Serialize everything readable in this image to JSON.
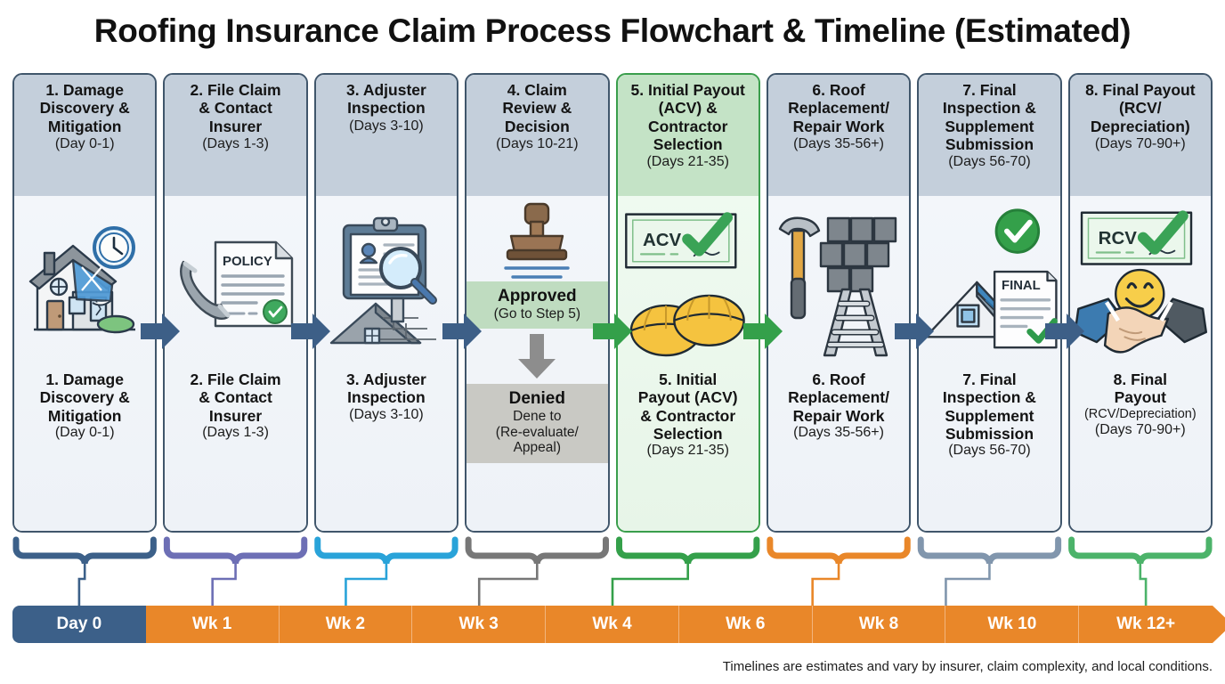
{
  "title": "Roofing Insurance Claim Process Flowchart & Timeline (Estimated)",
  "footer": "Timelines are estimates and vary by insurer, claim complexity, and local conditions.",
  "colors": {
    "card_border": "#40566b",
    "card_header": "#c4cfdb",
    "card_body": "#eef2f7",
    "highlight_border": "#3a9e4c",
    "highlight_header": "#c4e3c6",
    "highlight_body": "#eef8ee",
    "arrow_blue": "#3d5f87",
    "arrow_green": "#34a04a",
    "timeline_orange": "#e98729",
    "timeline_day0": "#3c6089",
    "approved_bg": "#bfdcc0",
    "denied_bg": "#c9c9c4"
  },
  "steps": [
    {
      "head_title": "1. Damage\nDiscovery &\nMitigation",
      "head_days": "(Day 0-1)",
      "foot_title": "1. Damage\nDiscovery &\nMitigation",
      "foot_days": "(Day 0-1)",
      "icon": "damaged-house-with-tarp-and-clock-icon",
      "highlight": false,
      "bracket_color": "#3c6089"
    },
    {
      "head_title": "2. File Claim\n& Contact\nInsurer",
      "head_days": "(Days 1-3)",
      "foot_title": "2. File Claim\n& Contact\nInsurer",
      "foot_days": "(Days 1-3)",
      "icon": "telephone-and-policy-document-icon",
      "highlight": false,
      "bracket_color": "#6d6fb5"
    },
    {
      "head_title": "3. Adjuster\nInspection",
      "head_days": "(Days 3-10)",
      "foot_title": "3. Adjuster\nInspection",
      "foot_days": "(Days 3-10)",
      "icon": "clipboard-magnifier-and-roof-icon",
      "highlight": false,
      "bracket_color": "#29a3d9"
    },
    {
      "head_title": "4. Claim\nReview &\nDecision",
      "head_days": "(Days 10-21)",
      "foot_title": "",
      "foot_days": "",
      "icon": "approval-stamp-icon",
      "highlight": false,
      "bracket_color": "#777777",
      "decision": {
        "approved_label": "Approved",
        "approved_sub": "(Go to Step 5)",
        "denied_label": "Denied",
        "denied_sub": "Dene to\n(Re-evaluate/\nAppeal)",
        "down_arrow": "down-arrow-icon"
      }
    },
    {
      "head_title": "5. Initial Payout\n(ACV) &\nContractor\nSelection",
      "head_days": "(Days 21-35)",
      "foot_title": "5. Initial\nPayout (ACV)\n& Contractor\nSelection",
      "foot_days": "(Days 21-35)",
      "icon": "acv-check-and-hard-hats-icon",
      "icon_check_label": "ACV",
      "highlight": true,
      "bracket_color": "#34a04a"
    },
    {
      "head_title": "6. Roof\nReplacement/\nRepair Work",
      "head_days": "(Days 35-56+)",
      "foot_title": "6. Roof\nReplacement/\nRepair Work",
      "foot_days": "(Days 35-56+)",
      "icon": "hammer-shingles-ladder-icon",
      "highlight": false,
      "bracket_color": "#e98729"
    },
    {
      "head_title": "7. Final\nInspection &\nSupplement\nSubmission",
      "head_days": "(Days 56-70)",
      "foot_title": "7. Final\nInspection &\nSupplement\nSubmission",
      "foot_days": "(Days 56-70)",
      "icon": "green-check-house-and-final-document-icon",
      "icon_doc_label": "FINAL",
      "highlight": false,
      "bracket_color": "#8196ad"
    },
    {
      "head_title": "8. Final Payout\n(RCV/\nDepreciation)",
      "head_days": "(Days 70-90+)",
      "foot_title": "8. Final\nPayout",
      "foot_days": "(RCV/Depreciation)",
      "foot_days2": "(Days 70-90+)",
      "icon": "rcv-check-smiley-handshake-icon",
      "icon_check_label": "RCV",
      "highlight": false,
      "bracket_color": "#4cb36a"
    }
  ],
  "connector_arrows": [
    {
      "from": 1,
      "to": 2,
      "color": "#3d5f87"
    },
    {
      "from": 2,
      "to": 3,
      "color": "#3d5f87"
    },
    {
      "from": 3,
      "to": 4,
      "color": "#3d5f87"
    },
    {
      "from": 4,
      "to": 5,
      "color": "#34a04a"
    },
    {
      "from": 5,
      "to": 6,
      "color": "#34a04a"
    },
    {
      "from": 6,
      "to": 7,
      "color": "#3d5f87"
    },
    {
      "from": 7,
      "to": 8,
      "color": "#3d5f87"
    }
  ],
  "timeline": {
    "segments": [
      {
        "label": "Day 0",
        "style": "day0"
      },
      {
        "label": "Wk 1",
        "style": "week"
      },
      {
        "label": "Wk 2",
        "style": "week"
      },
      {
        "label": "Wk 3",
        "style": "week"
      },
      {
        "label": "Wk 4",
        "style": "week"
      },
      {
        "label": "Wk 6",
        "style": "week"
      },
      {
        "label": "Wk 8",
        "style": "week"
      },
      {
        "label": "Wk 10",
        "style": "week"
      },
      {
        "label": "Wk 12+",
        "style": "week-end"
      }
    ]
  }
}
